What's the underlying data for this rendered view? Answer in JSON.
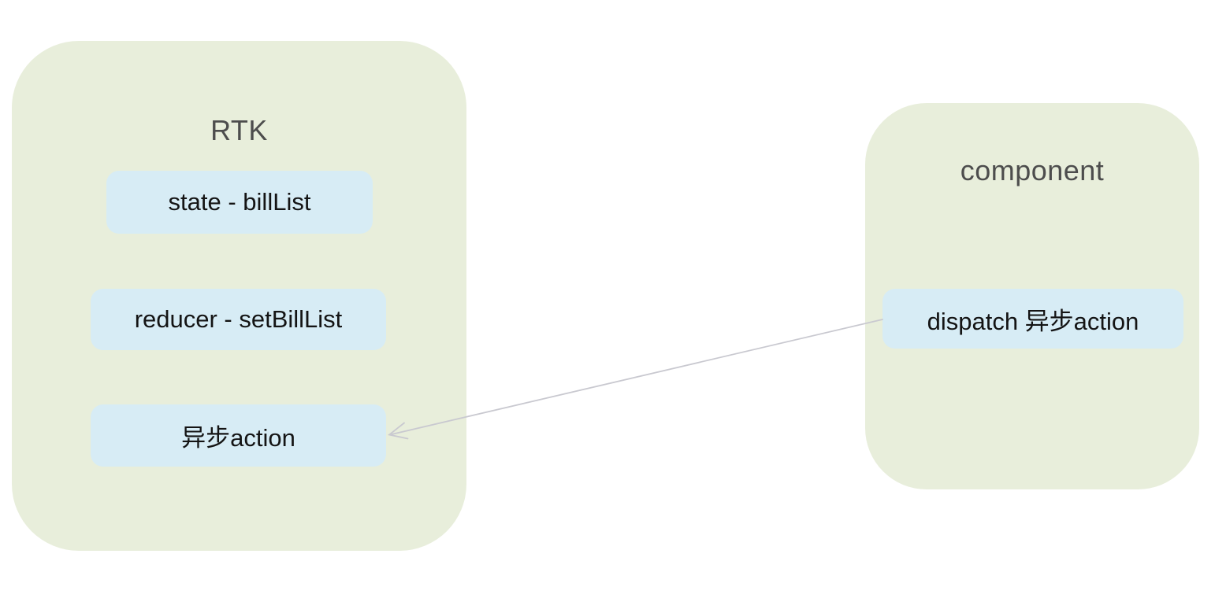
{
  "diagram": {
    "containers": [
      {
        "id": "rtk",
        "title": "RTK",
        "nodes": [
          {
            "label": "state - billList"
          },
          {
            "label": "reducer - setBillList"
          },
          {
            "label": "异步action"
          }
        ]
      },
      {
        "id": "component",
        "title": "component",
        "nodes": [
          {
            "label": "dispatch 异步action"
          }
        ]
      }
    ],
    "edges": [
      {
        "from": "dispatch 异步action",
        "to": "异步action",
        "head": "open-arrow"
      }
    ],
    "colors": {
      "container_fill": "#e8eedb",
      "node_fill": "#d7ecf5",
      "title_text": "#4d4d4d",
      "node_text": "#141414",
      "arrow": "#c9c9d0",
      "background": "#ffffff"
    }
  }
}
